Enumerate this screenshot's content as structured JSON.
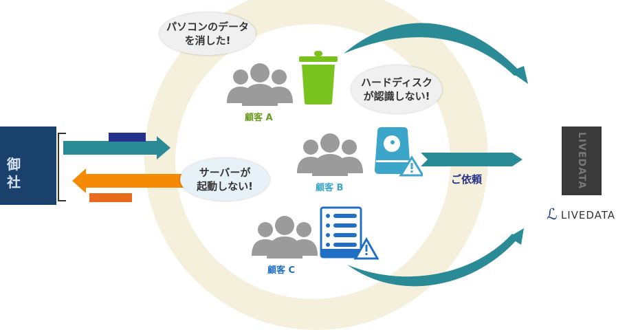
{
  "company": {
    "label": "御社",
    "color": "#1a416b"
  },
  "arrows": {
    "request_label": "",
    "report_label": "",
    "to_livedata_label": "ご依頼",
    "teal": "#2a8a96",
    "orange": "#f58a07"
  },
  "customers": [
    {
      "name": "顧客 A",
      "bubble": [
        "パソコンのデータ",
        "を消した!"
      ],
      "icon": "trash-icon",
      "color": "#7ac31e"
    },
    {
      "name": "顧客 B",
      "bubble": [
        "ハードディスク",
        "が認識しない!"
      ],
      "icon": "hard-disk-icon",
      "color": "#3ba6c9"
    },
    {
      "name": "顧客 C",
      "bubble": [
        "サーバーが",
        "起動しない!"
      ],
      "icon": "server-icon",
      "color": "#1f6fc4"
    }
  ],
  "livedata": {
    "vertical_label": "LIVEDATA",
    "logo_text": "LIVEDATA",
    "logo_mark": "ℒ"
  }
}
